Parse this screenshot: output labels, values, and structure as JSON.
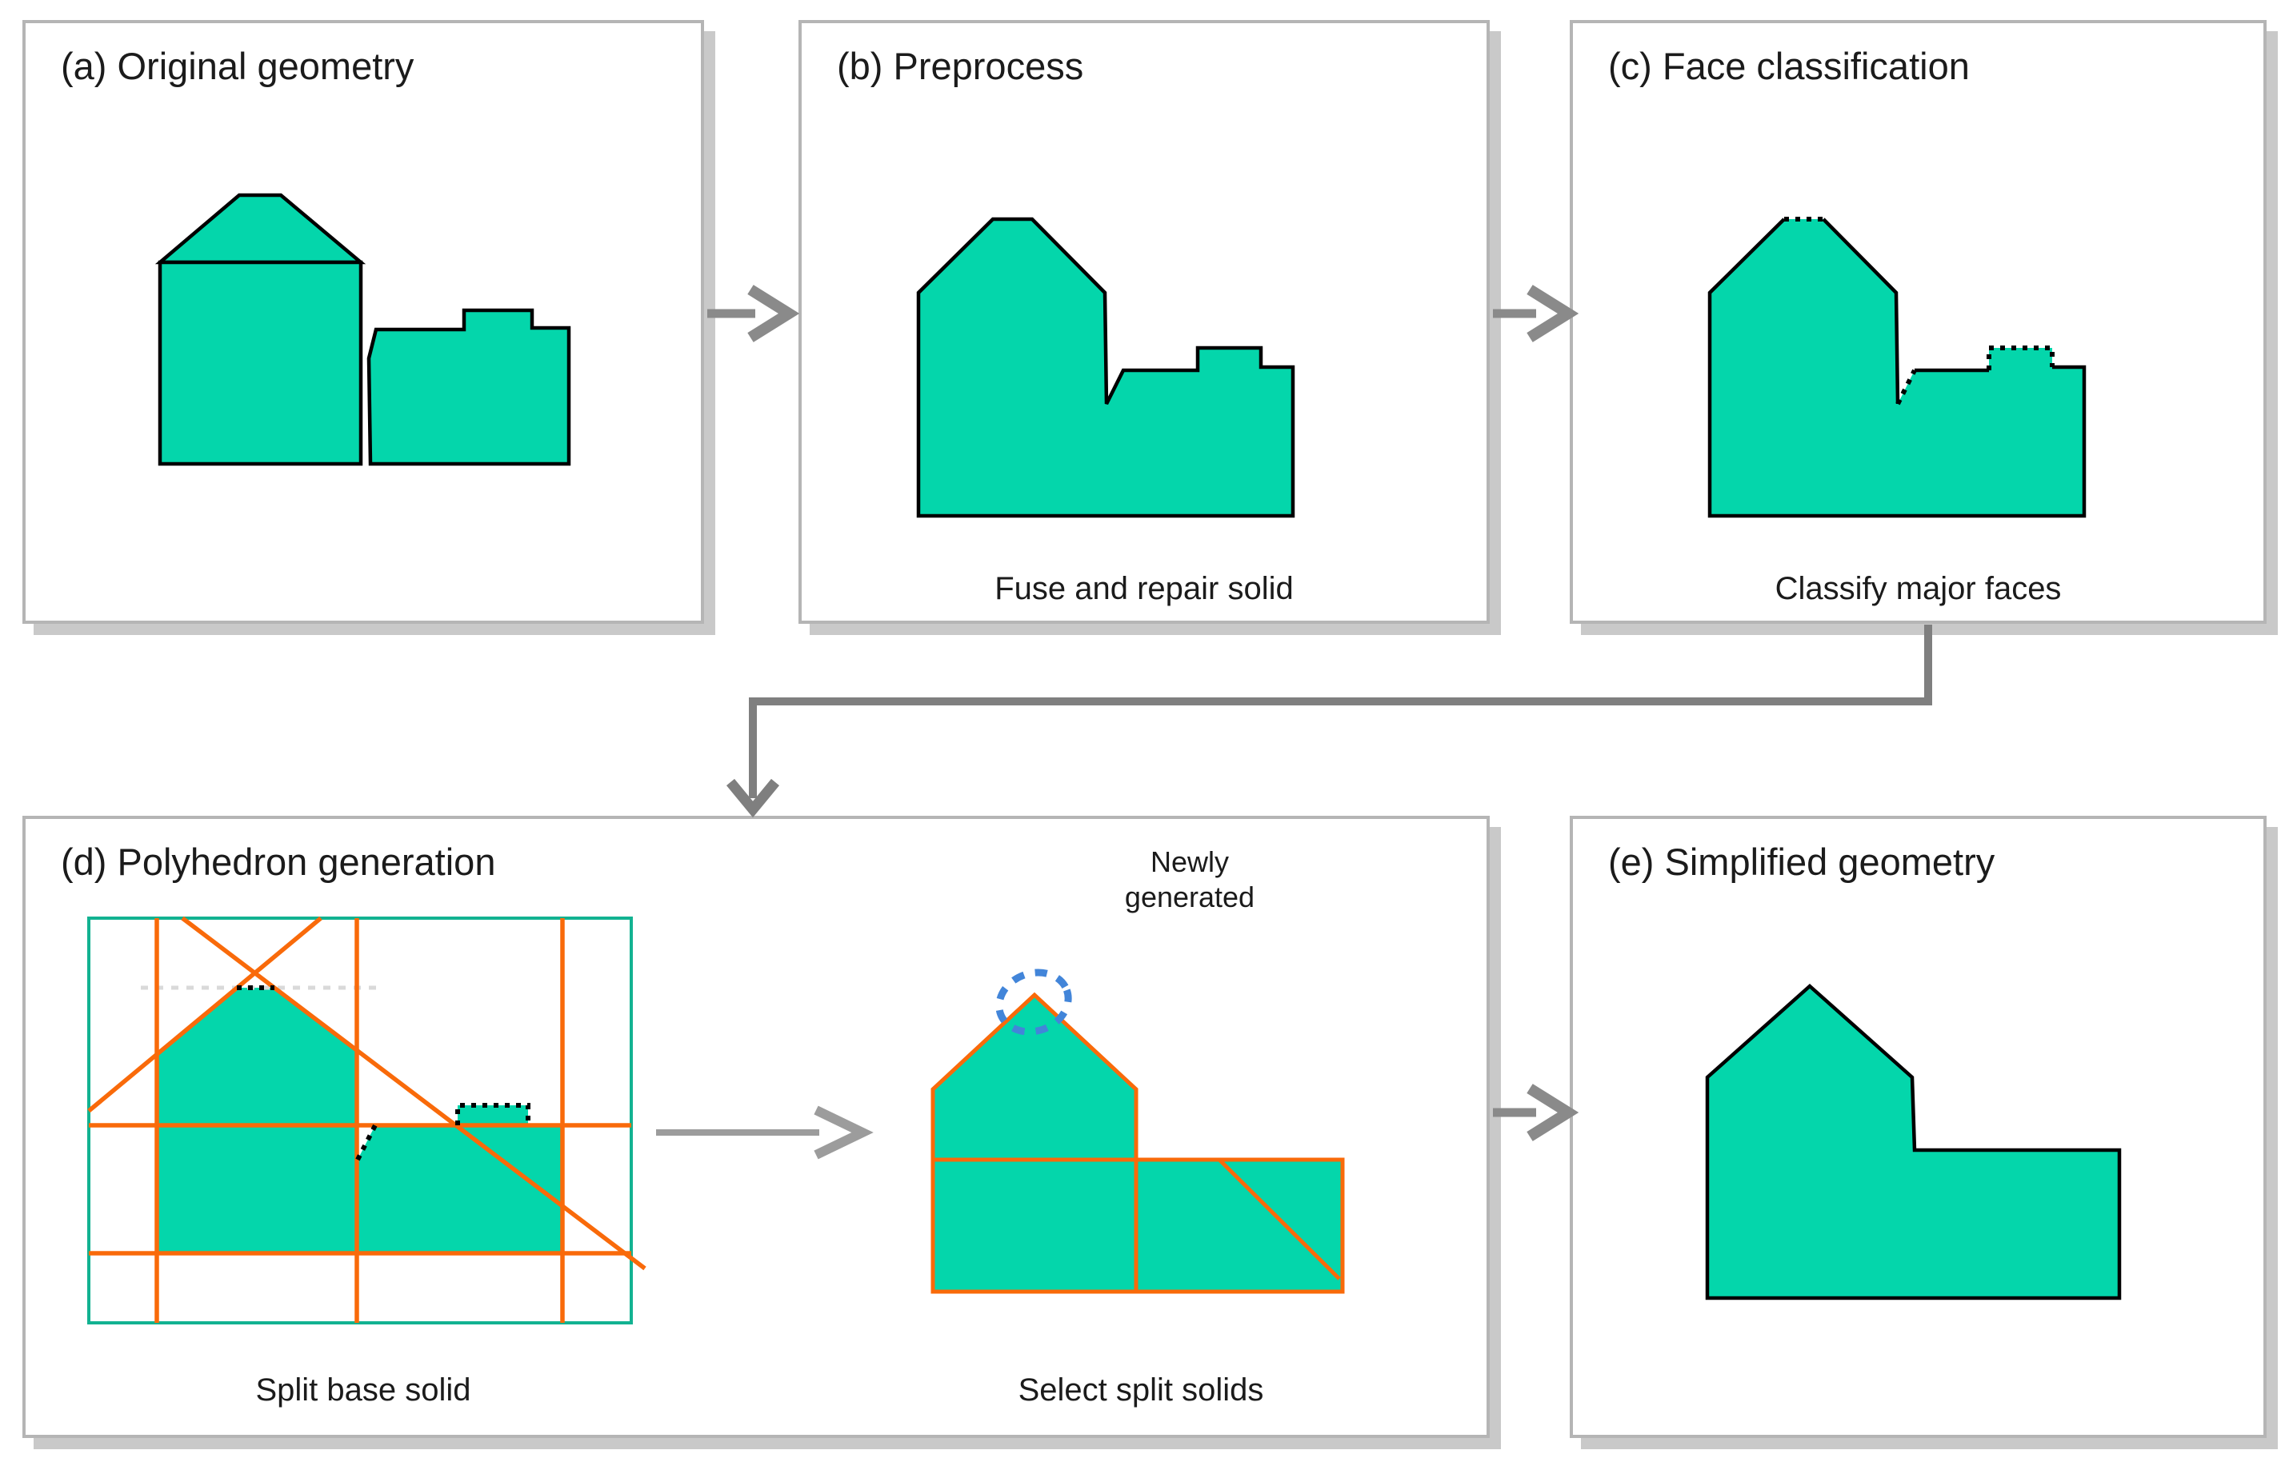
{
  "figure": {
    "type": "pipeline-diagram",
    "panels": {
      "a": {
        "title": "(a) Original geometry"
      },
      "b": {
        "title": "(b) Preprocess",
        "caption": "Fuse and repair solid"
      },
      "c": {
        "title": "(c) Face classification",
        "caption": "Classify major faces"
      },
      "d": {
        "title": "(d) Polyhedron generation",
        "caption_left": "Split base solid",
        "caption_right": "Select split solids",
        "annotation_line1": "Newly",
        "annotation_line2": "generated"
      },
      "e": {
        "title": "(e) Simplified geometry"
      }
    },
    "colors": {
      "solid_fill": "#04d6ab",
      "solid_outline": "#000000",
      "split_line_orange": "#f96a0a",
      "bounding_box_teal": "#12b291",
      "highlight_blue": "#4285d9",
      "arrow_gray": "#8a8a8a",
      "panel_border_gray": "#b5b5b5",
      "panel_shadow_gray": "#c9c9c9",
      "minor_face_dotted": "#000000",
      "faint_plane_dash": "#d9d9d9"
    }
  }
}
